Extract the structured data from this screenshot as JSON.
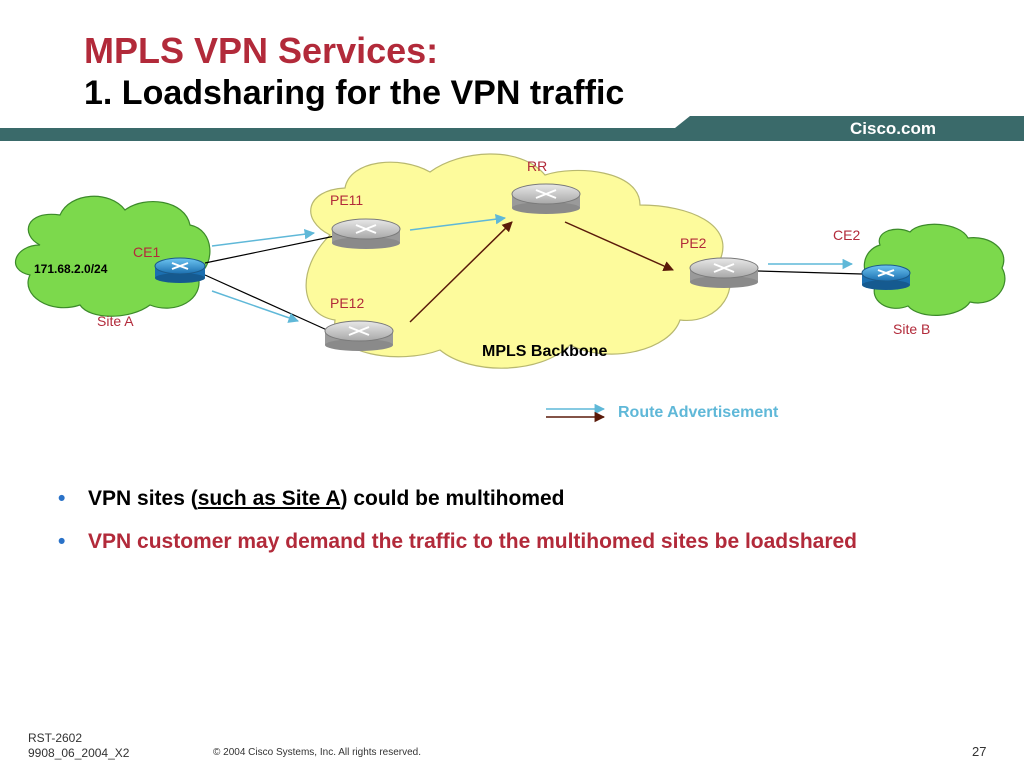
{
  "slide": {
    "title_line1": "MPLS VPN Services:",
    "title_line2": "1. Loadsharing for the VPN traffic",
    "brand": "Cisco.com",
    "page_number": "27"
  },
  "diagram": {
    "nodes": {
      "rr": "RR",
      "pe11": "PE11",
      "pe12": "PE12",
      "pe2": "PE2",
      "ce1": "CE1",
      "ce2": "CE2"
    },
    "site_a_label": "Site A",
    "site_b_label": "Site B",
    "site_a_prefix": "171.68.2.0/24",
    "backbone_label": "MPLS Backbone",
    "legend_label": "Route Advertisement"
  },
  "bullets": [
    {
      "before": "VPN sites (",
      "underlined": "such as Site A",
      "after": ") could be multihomed"
    },
    {
      "text": "VPN customer may demand the traffic to the multihomed sites be loadshared"
    }
  ],
  "footer": {
    "code_line1": "RST-2602",
    "code_line2": "9908_06_2004_X2",
    "copyright": "© 2004 Cisco Systems, Inc. All rights reserved."
  },
  "colors": {
    "title_red": "#b22a3a",
    "banner_teal": "#3a6a6a",
    "cloud_green": "#7cd94c",
    "backbone_yellow": "#fdfb9c",
    "route_advert_blue": "#5fb8d8",
    "route_advert_brown": "#5a1a0a",
    "bullet_blue": "#2a72c8"
  }
}
